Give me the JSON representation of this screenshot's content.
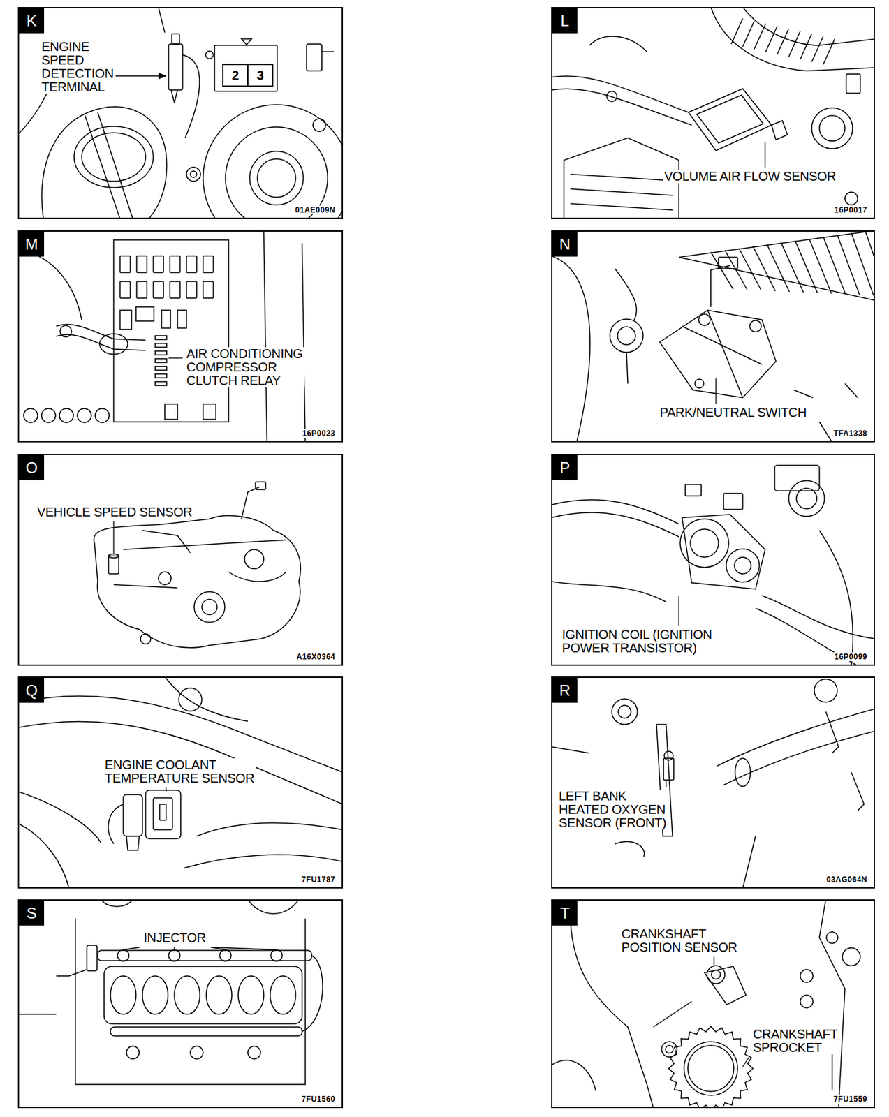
{
  "diagram": {
    "nodes": [
      {
        "text": [
          "K",
          "ENGINE SPEED DETECTION TERMINAL",
          "01AE009N"
        ]
      },
      {
        "text": [
          "2"
        ],
        "in": 0
      },
      {
        "text": [
          "3"
        ],
        "in": 0
      },
      {
        "text": [
          "L",
          "VOLUME AIR FLOW SENSOR",
          "16P0017"
        ]
      },
      {
        "text": [
          "M",
          "AIR CONDITIONING COMPRESSOR CLUTCH RELAY",
          "16P0023"
        ]
      },
      {
        "text": [
          "N",
          "PARK/NEUTRAL SWITCH",
          "TFA1338"
        ]
      },
      {
        "text": [
          "O",
          "VEHICLE SPEED SENSOR",
          "A16X0364"
        ]
      },
      {
        "text": [
          "P",
          "IGNITION COIL (IGNITION POWER TRANSISTOR)",
          "16P0099"
        ]
      },
      {
        "text": [
          "Q",
          "ENGINE COOLANT TEMPERATURE SENSOR",
          "7FU1787"
        ]
      },
      {
        "text": [
          "R",
          "LEFT BANK HEATED OXYGEN SENSOR (FRONT)",
          "03AG064N"
        ]
      },
      {
        "text": [
          "S",
          "INJECTOR",
          "7FU1560"
        ]
      },
      {
        "text": [
          "T",
          "CRANKSHAFT POSITION SENSOR",
          "CRANKSHAFT SPROCKET",
          "7FU1559"
        ]
      }
    ]
  }
}
